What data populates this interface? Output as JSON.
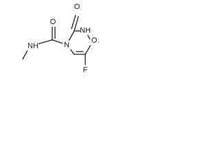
{
  "molecule": {
    "atoms": {
      "n1": "N",
      "n3": "NH",
      "o_top": "O",
      "o_right": "O",
      "o_amide": "O",
      "n_amide": "NH",
      "f": "F"
    }
  },
  "colors": {
    "bond": "#222222",
    "text": "#222222",
    "background": "#ffffff"
  }
}
